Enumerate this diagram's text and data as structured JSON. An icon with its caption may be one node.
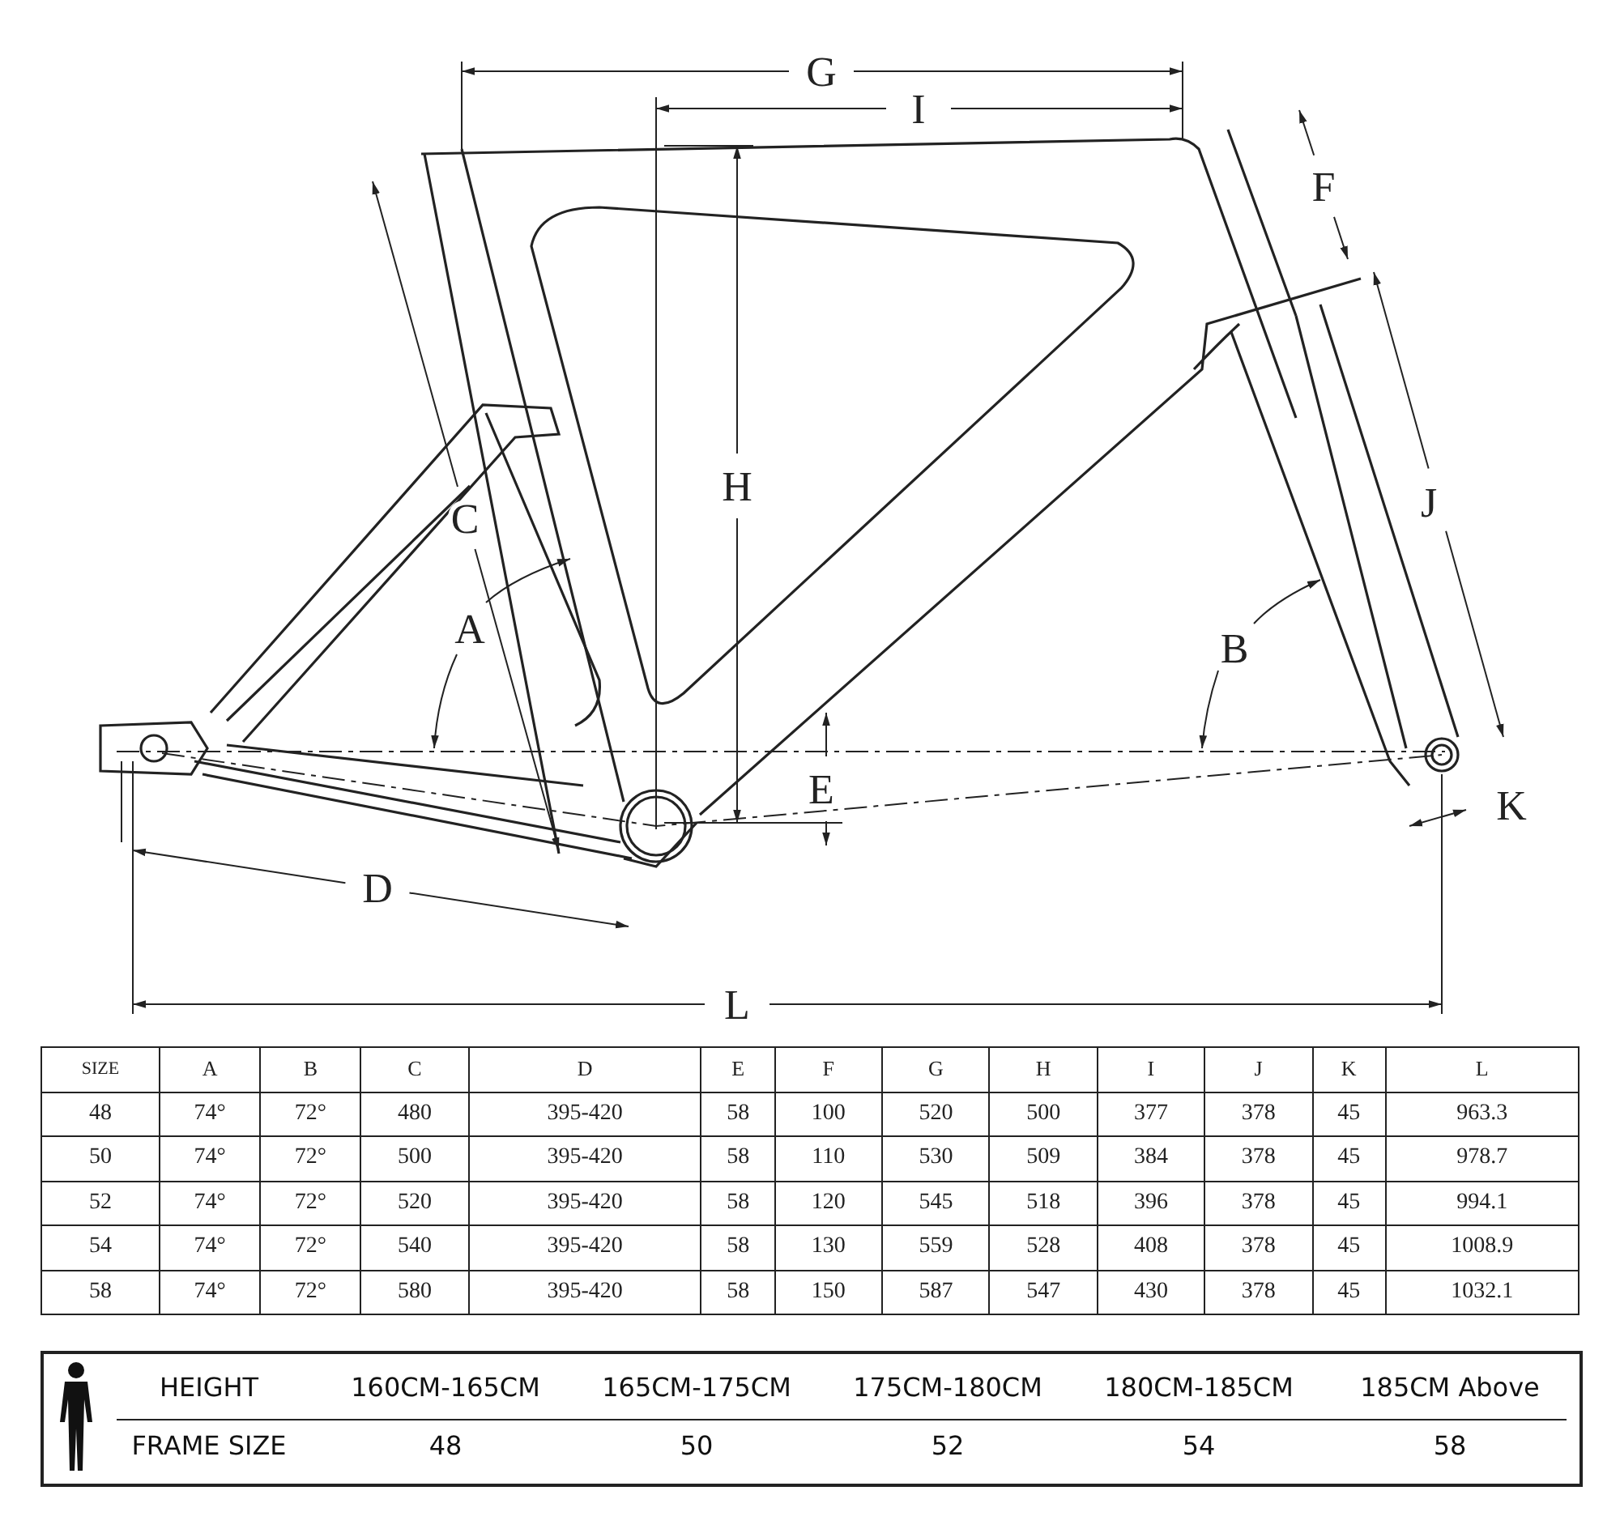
{
  "diagram": {
    "labels": [
      "G",
      "I",
      "F",
      "H",
      "J",
      "C",
      "A",
      "B",
      "E",
      "K",
      "D",
      "L",
      "SIZE",
      "A",
      "B",
      "C",
      "D",
      "E",
      "F",
      "G",
      "H",
      "I",
      "J",
      "K",
      "L",
      "48",
      "74°",
      "72°",
      "480",
      "395-420",
      "58",
      "100",
      "520",
      "500",
      "377",
      "378",
      "45",
      "963.3",
      "50",
      "74°",
      "72°",
      "500",
      "395-420",
      "58",
      "110",
      "530",
      "509",
      "384",
      "378",
      "45",
      "978.7",
      "52",
      "74°",
      "72°",
      "520",
      "395-420",
      "58",
      "120",
      "545",
      "518",
      "396",
      "378",
      "45",
      "994.1",
      "54",
      "74°",
      "72°",
      "540",
      "395-420",
      "58",
      "130",
      "559",
      "528",
      "408",
      "378",
      "45",
      "1008.9",
      "58",
      "74°",
      "72°",
      "580",
      "395-420",
      "58",
      "150",
      "587",
      "547",
      "430",
      "378",
      "45",
      "1032.1",
      "HEIGHT",
      "160CM-165CM",
      "165CM-175CM",
      "175CM-180CM",
      "180CM-185CM",
      "185CM Above",
      "FRAME SIZE",
      "48",
      "50",
      "52",
      "54",
      "58"
    ]
  }
}
